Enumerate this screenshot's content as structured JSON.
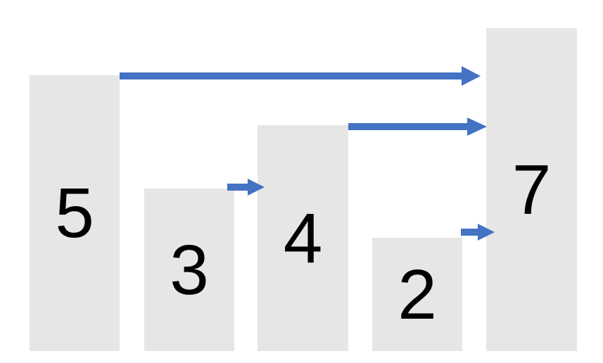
{
  "diagram": {
    "kind": "next-greater-element-bars",
    "colors": {
      "background": "#ffffff",
      "bar_fill": "#e7e6e6",
      "arrow": "#4472c4",
      "label": "#000000"
    },
    "bars": [
      {
        "value": "5"
      },
      {
        "value": "3"
      },
      {
        "value": "4"
      },
      {
        "value": "2"
      },
      {
        "value": "7"
      }
    ],
    "arrows": [
      {
        "from": "5",
        "to": "7"
      },
      {
        "from": "4",
        "to": "7"
      },
      {
        "from": "3",
        "to": "4"
      },
      {
        "from": "2",
        "to": "7"
      }
    ]
  }
}
